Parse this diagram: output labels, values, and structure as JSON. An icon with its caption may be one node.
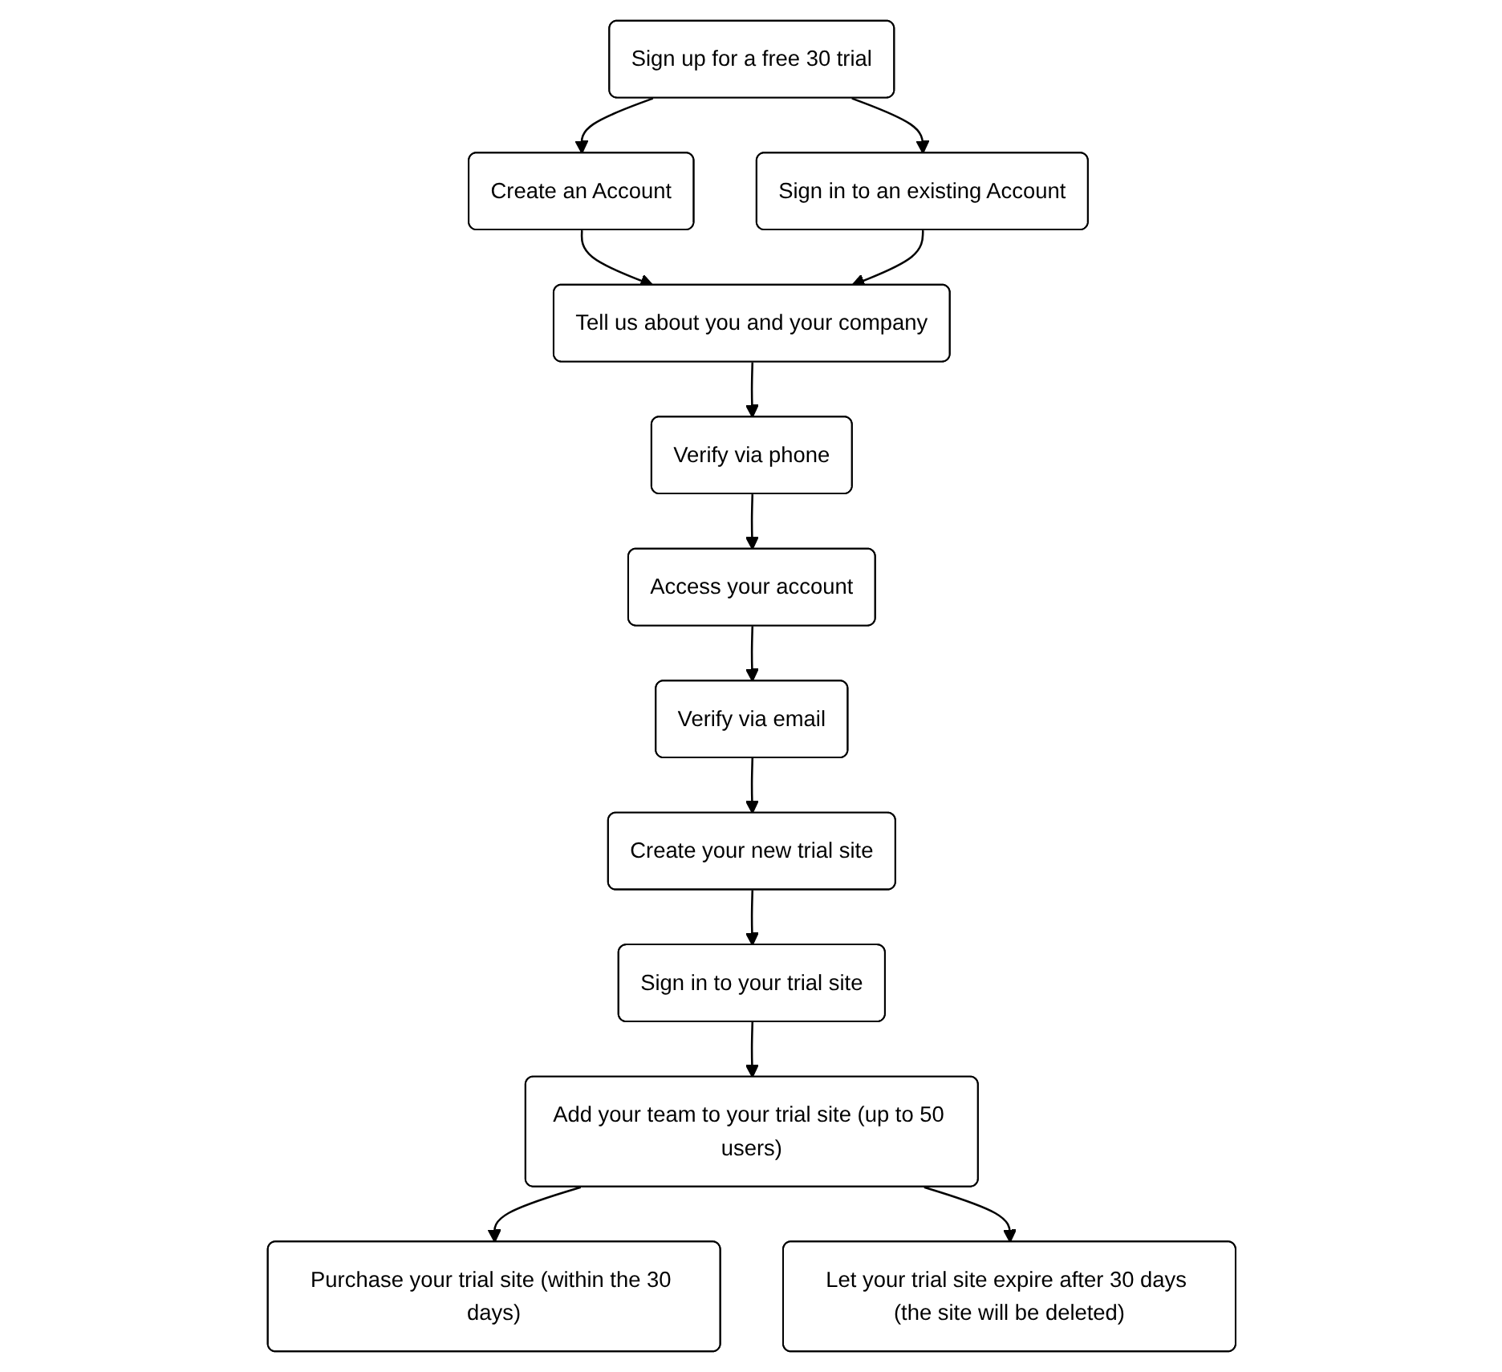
{
  "diagram": {
    "nodes": [
      {
        "text": [
          "Sign up for a free 30 trial"
        ]
      },
      {
        "text": [
          "Create an Account"
        ]
      },
      {
        "text": [
          "Sign in to an existing Account"
        ]
      },
      {
        "text": [
          "Tell us about you and your company"
        ]
      },
      {
        "text": [
          "Verify via phone"
        ]
      },
      {
        "text": [
          "Access your account"
        ]
      },
      {
        "text": [
          "Verify via email"
        ]
      },
      {
        "text": [
          "Create your new trial site"
        ]
      },
      {
        "text": [
          "Sign in to your trial site"
        ]
      },
      {
        "text": [
          "Add your team to your trial site (up to 50 users)"
        ]
      },
      {
        "text": [
          "Purchase your trial site (within the 30 days)"
        ]
      },
      {
        "text": [
          "Let your trial site expire after 30 days (the site will be deleted)"
        ]
      }
    ],
    "edges": [
      {
        "from": 0,
        "to": 1,
        "arrow": "to"
      },
      {
        "from": 0,
        "to": 2,
        "arrow": "to"
      },
      {
        "from": 1,
        "to": 3,
        "arrow": "to"
      },
      {
        "from": 2,
        "to": 3,
        "arrow": "to"
      },
      {
        "from": 3,
        "to": 4,
        "arrow": "to"
      },
      {
        "from": 4,
        "to": 5,
        "arrow": "to"
      },
      {
        "from": 5,
        "to": 6,
        "arrow": "to"
      },
      {
        "from": 6,
        "to": 7,
        "arrow": "to"
      },
      {
        "from": 7,
        "to": 8,
        "arrow": "to"
      },
      {
        "from": 8,
        "to": 9,
        "arrow": "to"
      },
      {
        "from": 9,
        "to": 10,
        "arrow": "to"
      },
      {
        "from": 9,
        "to": 11,
        "arrow": "to"
      }
    ]
  }
}
